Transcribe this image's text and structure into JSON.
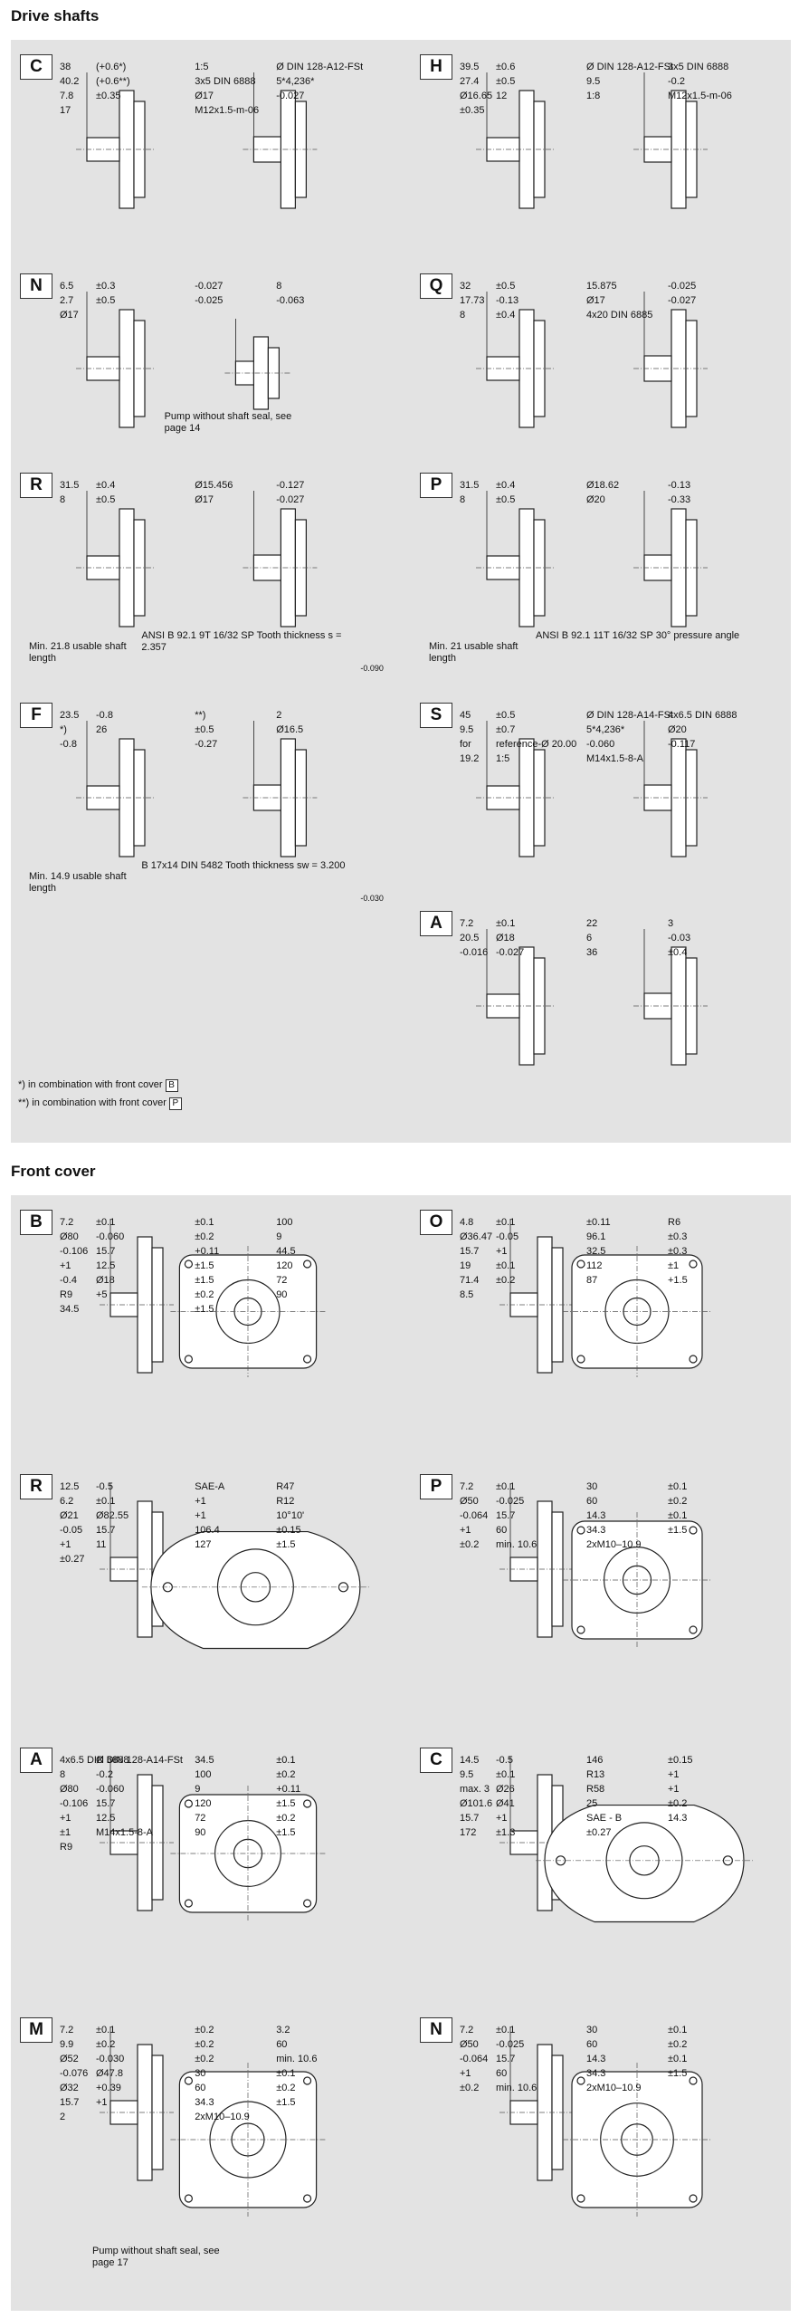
{
  "sections": {
    "drive_title": "Drive shafts",
    "front_title": "Front cover"
  },
  "drive": {
    "C": {
      "letter": "C",
      "labels": [
        "38",
        "(+0.6*)",
        "40.2",
        "(+0.6**)",
        "7.8",
        "±0.35",
        "17",
        "1:5",
        "Ø DIN 128-A12-FSt",
        "3x5 DIN 6888",
        "5*4,236*",
        "Ø17",
        "-0.027",
        "M12x1.5-m-06"
      ]
    },
    "H": {
      "letter": "H",
      "labels": [
        "39.5",
        "±0.6",
        "27.4",
        "±0.5",
        "Ø16.65",
        "12",
        "±0.35",
        "Ø DIN 128-A12-FSt",
        "3x5 DIN 6888",
        "9.5",
        "-0.2",
        "1:8",
        "M12x1.5-m-06"
      ]
    },
    "N": {
      "letter": "N",
      "labels": [
        "6.5",
        "±0.3",
        "2.7",
        "±0.5",
        "Ø17",
        "-0.027",
        "8",
        "-0.025",
        "-0.063"
      ],
      "note": "Pump without shaft seal, see page 14"
    },
    "Q": {
      "letter": "Q",
      "labels": [
        "32",
        "±0.5",
        "17.73",
        "-0.13",
        "8",
        "±0.4",
        "15.875",
        "-0.025",
        "Ø17",
        "-0.027",
        "4x20 DIN 6885"
      ]
    },
    "R": {
      "letter": "R",
      "labels": [
        "31.5",
        "±0.4",
        "8",
        "±0.5",
        "Ø15.456",
        "-0.127",
        "Ø17",
        "-0.027"
      ],
      "note_left": "Min. 21.8 usable shaft length",
      "note_right": "ANSI B 92.1 9T 16/32 SP Tooth thickness s = 2.357",
      "note_right_tol": "-0.090"
    },
    "P": {
      "letter": "P",
      "labels": [
        "31.5",
        "±0.4",
        "8",
        "±0.5",
        "Ø18.62",
        "-0.13",
        "Ø20",
        "-0.33"
      ],
      "note_left": "Min. 21 usable shaft length",
      "note_right": "ANSI B 92.1 11T 16/32 SP 30° pressure angle"
    },
    "F": {
      "letter": "F",
      "labels": [
        "23.5",
        "-0.8",
        "*)",
        "26",
        "-0.8",
        "**)",
        "2",
        "±0.5",
        "Ø16.5",
        "-0.27"
      ],
      "note_left": "Min. 14.9 usable shaft length",
      "note_right": "B 17x14 DIN 5482 Tooth thickness sw = 3.200",
      "note_right_tol": "-0.030"
    },
    "S": {
      "letter": "S",
      "labels": [
        "45",
        "±0.5",
        "9.5",
        "±0.7",
        "for",
        "reference-Ø 20.00",
        "19.2",
        "1:5",
        "Ø DIN 128-A14-FSt",
        "4x6.5 DIN 6888",
        "5*4,236*",
        "Ø20",
        "-0.060",
        "-0.117",
        "M14x1.5-8-A"
      ]
    },
    "A": {
      "letter": "A",
      "labels": [
        "7.2",
        "±0.1",
        "20.5",
        "Ø18",
        "-0.016",
        "-0.027",
        "22",
        "3",
        "6",
        "-0.03",
        "36",
        "±0.4"
      ]
    },
    "footnotes": [
      "*) in combination with front cover",
      "**) in combination with front cover"
    ],
    "footnote_boxes": [
      "B",
      "P"
    ]
  },
  "front": {
    "B": {
      "letter": "B",
      "labels": [
        "7.2",
        "±0.1",
        "Ø80",
        "-0.060",
        "-0.106",
        "15.7",
        "+1",
        "12.5",
        "-0.4",
        "Ø18",
        "R9",
        "+5",
        "34.5",
        "±0.1",
        "100",
        "±0.2",
        "9",
        "+0.11",
        "44.5",
        "±1.5",
        "120",
        "±1.5",
        "72",
        "±0.2",
        "90",
        "±1.5"
      ]
    },
    "O": {
      "letter": "O",
      "labels": [
        "4.8",
        "±0.1",
        "Ø36.47",
        "-0.05",
        "15.7",
        "+1",
        "19",
        "±0.1",
        "71.4",
        "±0.2",
        "8.5",
        "±0.11",
        "R6",
        "96.1",
        "±0.3",
        "32.5",
        "±0.3",
        "112",
        "±1",
        "87",
        "+1.5"
      ]
    },
    "R": {
      "letter": "R",
      "labels": [
        "12.5",
        "-0.5",
        "6.2",
        "±0.1",
        "Ø21",
        "Ø82.55",
        "-0.05",
        "15.7",
        "+1",
        "11",
        "±0.27",
        "SAE-A",
        "R47",
        "+1",
        "R12",
        "+1",
        "10°10'",
        "106.4",
        "±0.15",
        "127",
        "±1.5"
      ]
    },
    "P": {
      "letter": "P",
      "labels": [
        "7.2",
        "±0.1",
        "Ø50",
        "-0.025",
        "-0.064",
        "15.7",
        "+1",
        "60",
        "±0.2",
        "min. 10.6",
        "30",
        "±0.1",
        "60",
        "±0.2",
        "14.3",
        "±0.1",
        "34.3",
        "±1.5",
        "2xM10–10.9"
      ]
    },
    "A": {
      "letter": "A",
      "labels": [
        "4x6.5 DIN 6888",
        "Ø DIN 128-A14-FSt",
        "8",
        "-0.2",
        "Ø80",
        "-0.060",
        "-0.106",
        "15.7",
        "+1",
        "12.5",
        "±1",
        "M14x1.5-8-A",
        "R9",
        "34.5",
        "±0.1",
        "100",
        "±0.2",
        "9",
        "+0.11",
        "120",
        "±1.5",
        "72",
        "±0.2",
        "90",
        "±1.5"
      ]
    },
    "C": {
      "letter": "C",
      "labels": [
        "14.5",
        "-0.5",
        "9.5",
        "±0.1",
        "max. 3",
        "Ø26",
        "Ø101.6",
        "Ø41",
        "15.7",
        "+1",
        "172",
        "±1.3",
        "146",
        "±0.15",
        "R13",
        "+1",
        "R58",
        "+1",
        "25",
        "±0.2",
        "SAE - B",
        "14.3",
        "±0.27"
      ]
    },
    "M": {
      "letter": "M",
      "labels": [
        "7.2",
        "±0.1",
        "9.9",
        "±0.2",
        "Ø52",
        "-0.030",
        "-0.076",
        "Ø47.8",
        "Ø32",
        "+0.39",
        "15.7",
        "+1",
        "2",
        "±0.2",
        "3.2",
        "±0.2",
        "60",
        "±0.2",
        "min. 10.6",
        "30",
        "±0.1",
        "60",
        "±0.2",
        "34.3",
        "±1.5",
        "2xM10–10.9"
      ],
      "note": "Pump without shaft seal, see page 17"
    },
    "N": {
      "letter": "N",
      "labels": [
        "7.2",
        "±0.1",
        "Ø50",
        "-0.025",
        "-0.064",
        "15.7",
        "+1",
        "60",
        "±0.2",
        "min. 10.6",
        "30",
        "±0.1",
        "60",
        "±0.2",
        "14.3",
        "±0.1",
        "34.3",
        "±1.5",
        "2xM10–10.9"
      ]
    }
  },
  "colors": {
    "panel": "#e3e3e3",
    "line": "#222222"
  }
}
